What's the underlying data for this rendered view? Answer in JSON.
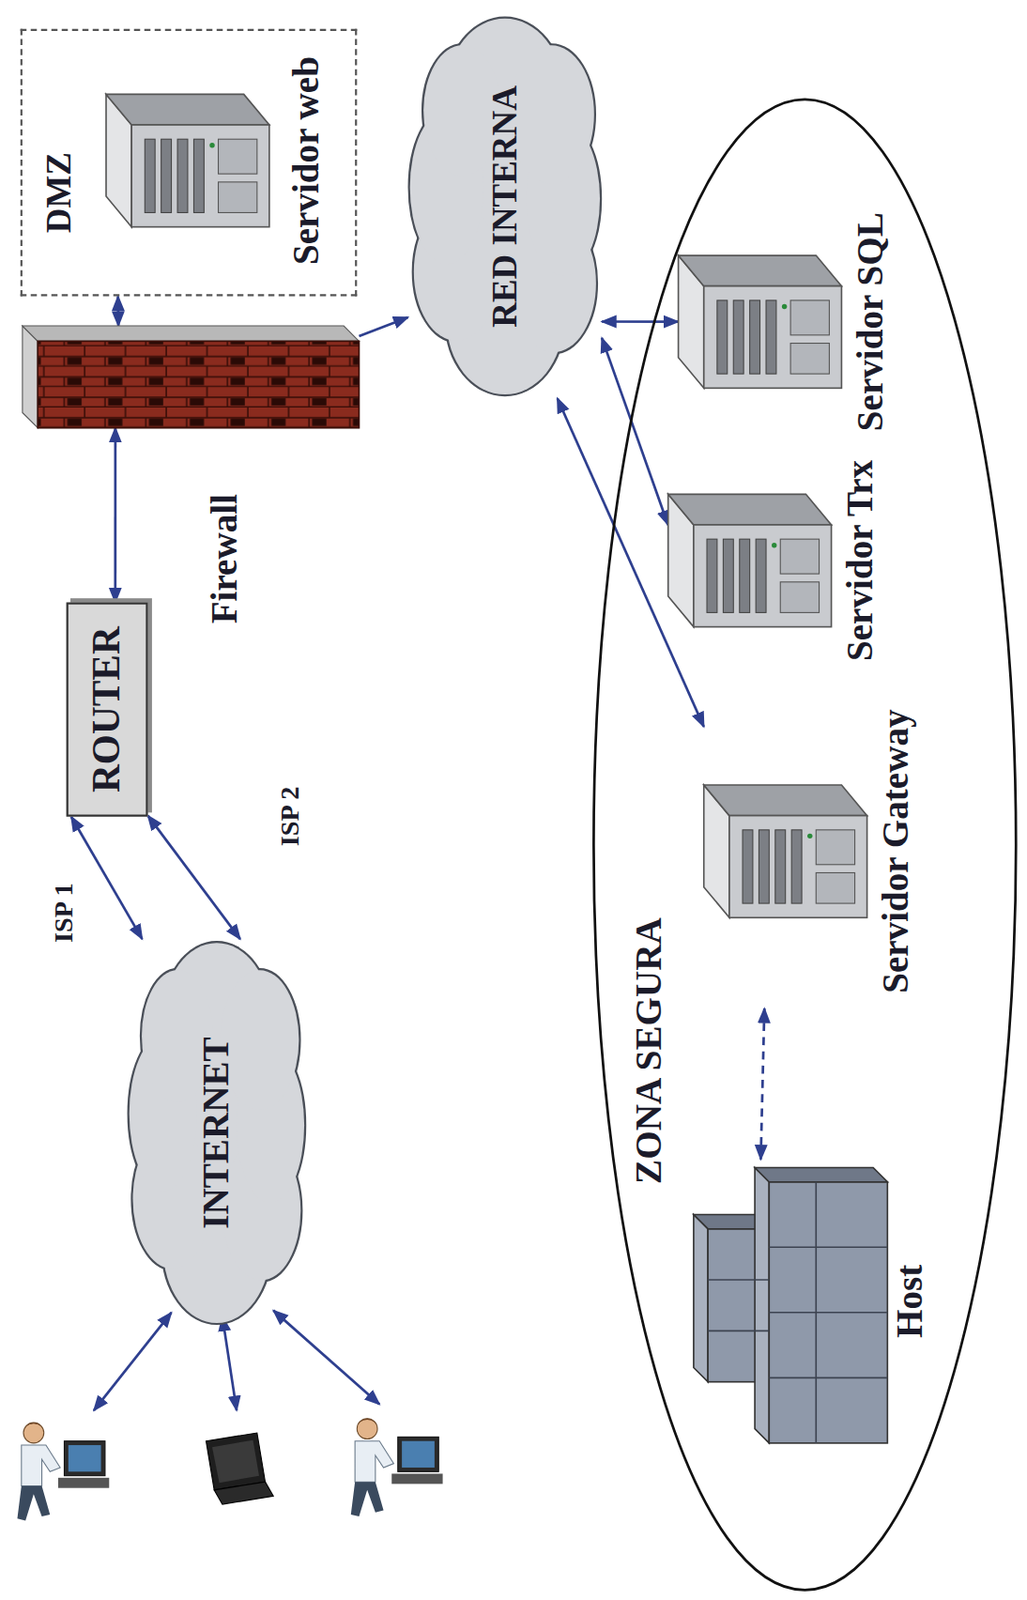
{
  "diagram": {
    "nodes": [
      {
        "text": [
          "INTERNET"
        ]
      },
      {
        "text": [
          "ROUTER"
        ]
      },
      {
        "text": [
          "Firewall"
        ]
      },
      {
        "text": [
          "DMZ"
        ]
      },
      {
        "text": [
          "Servidor web"
        ],
        "in": 3
      },
      {
        "text": [
          "RED INTERNA"
        ]
      },
      {
        "text": [
          "ZONA SEGURA"
        ]
      },
      {
        "text": [
          "Host"
        ],
        "in": 6
      },
      {
        "text": [
          "Servidor Gateway"
        ],
        "in": 6
      },
      {
        "text": [
          "Servidor Trx"
        ],
        "in": 6
      },
      {
        "text": [
          "Servidor SQL"
        ],
        "in": 6
      }
    ],
    "edges": [
      {
        "from": 0,
        "to": 1,
        "label": "ISP 1",
        "arrow": "both"
      },
      {
        "from": 0,
        "to": 1,
        "label": "ISP 2",
        "arrow": "both"
      },
      {
        "from": 1,
        "to": 2,
        "arrow": "both"
      },
      {
        "from": 2,
        "to": 3,
        "arrow": "both"
      },
      {
        "from": 2,
        "to": 5,
        "arrow": "to"
      },
      {
        "from": 5,
        "to": 10,
        "arrow": "both"
      },
      {
        "from": 5,
        "to": 9,
        "arrow": "both"
      },
      {
        "from": 5,
        "to": 8,
        "arrow": "both"
      },
      {
        "from": 7,
        "to": 8,
        "arrow": "both"
      }
    ]
  }
}
